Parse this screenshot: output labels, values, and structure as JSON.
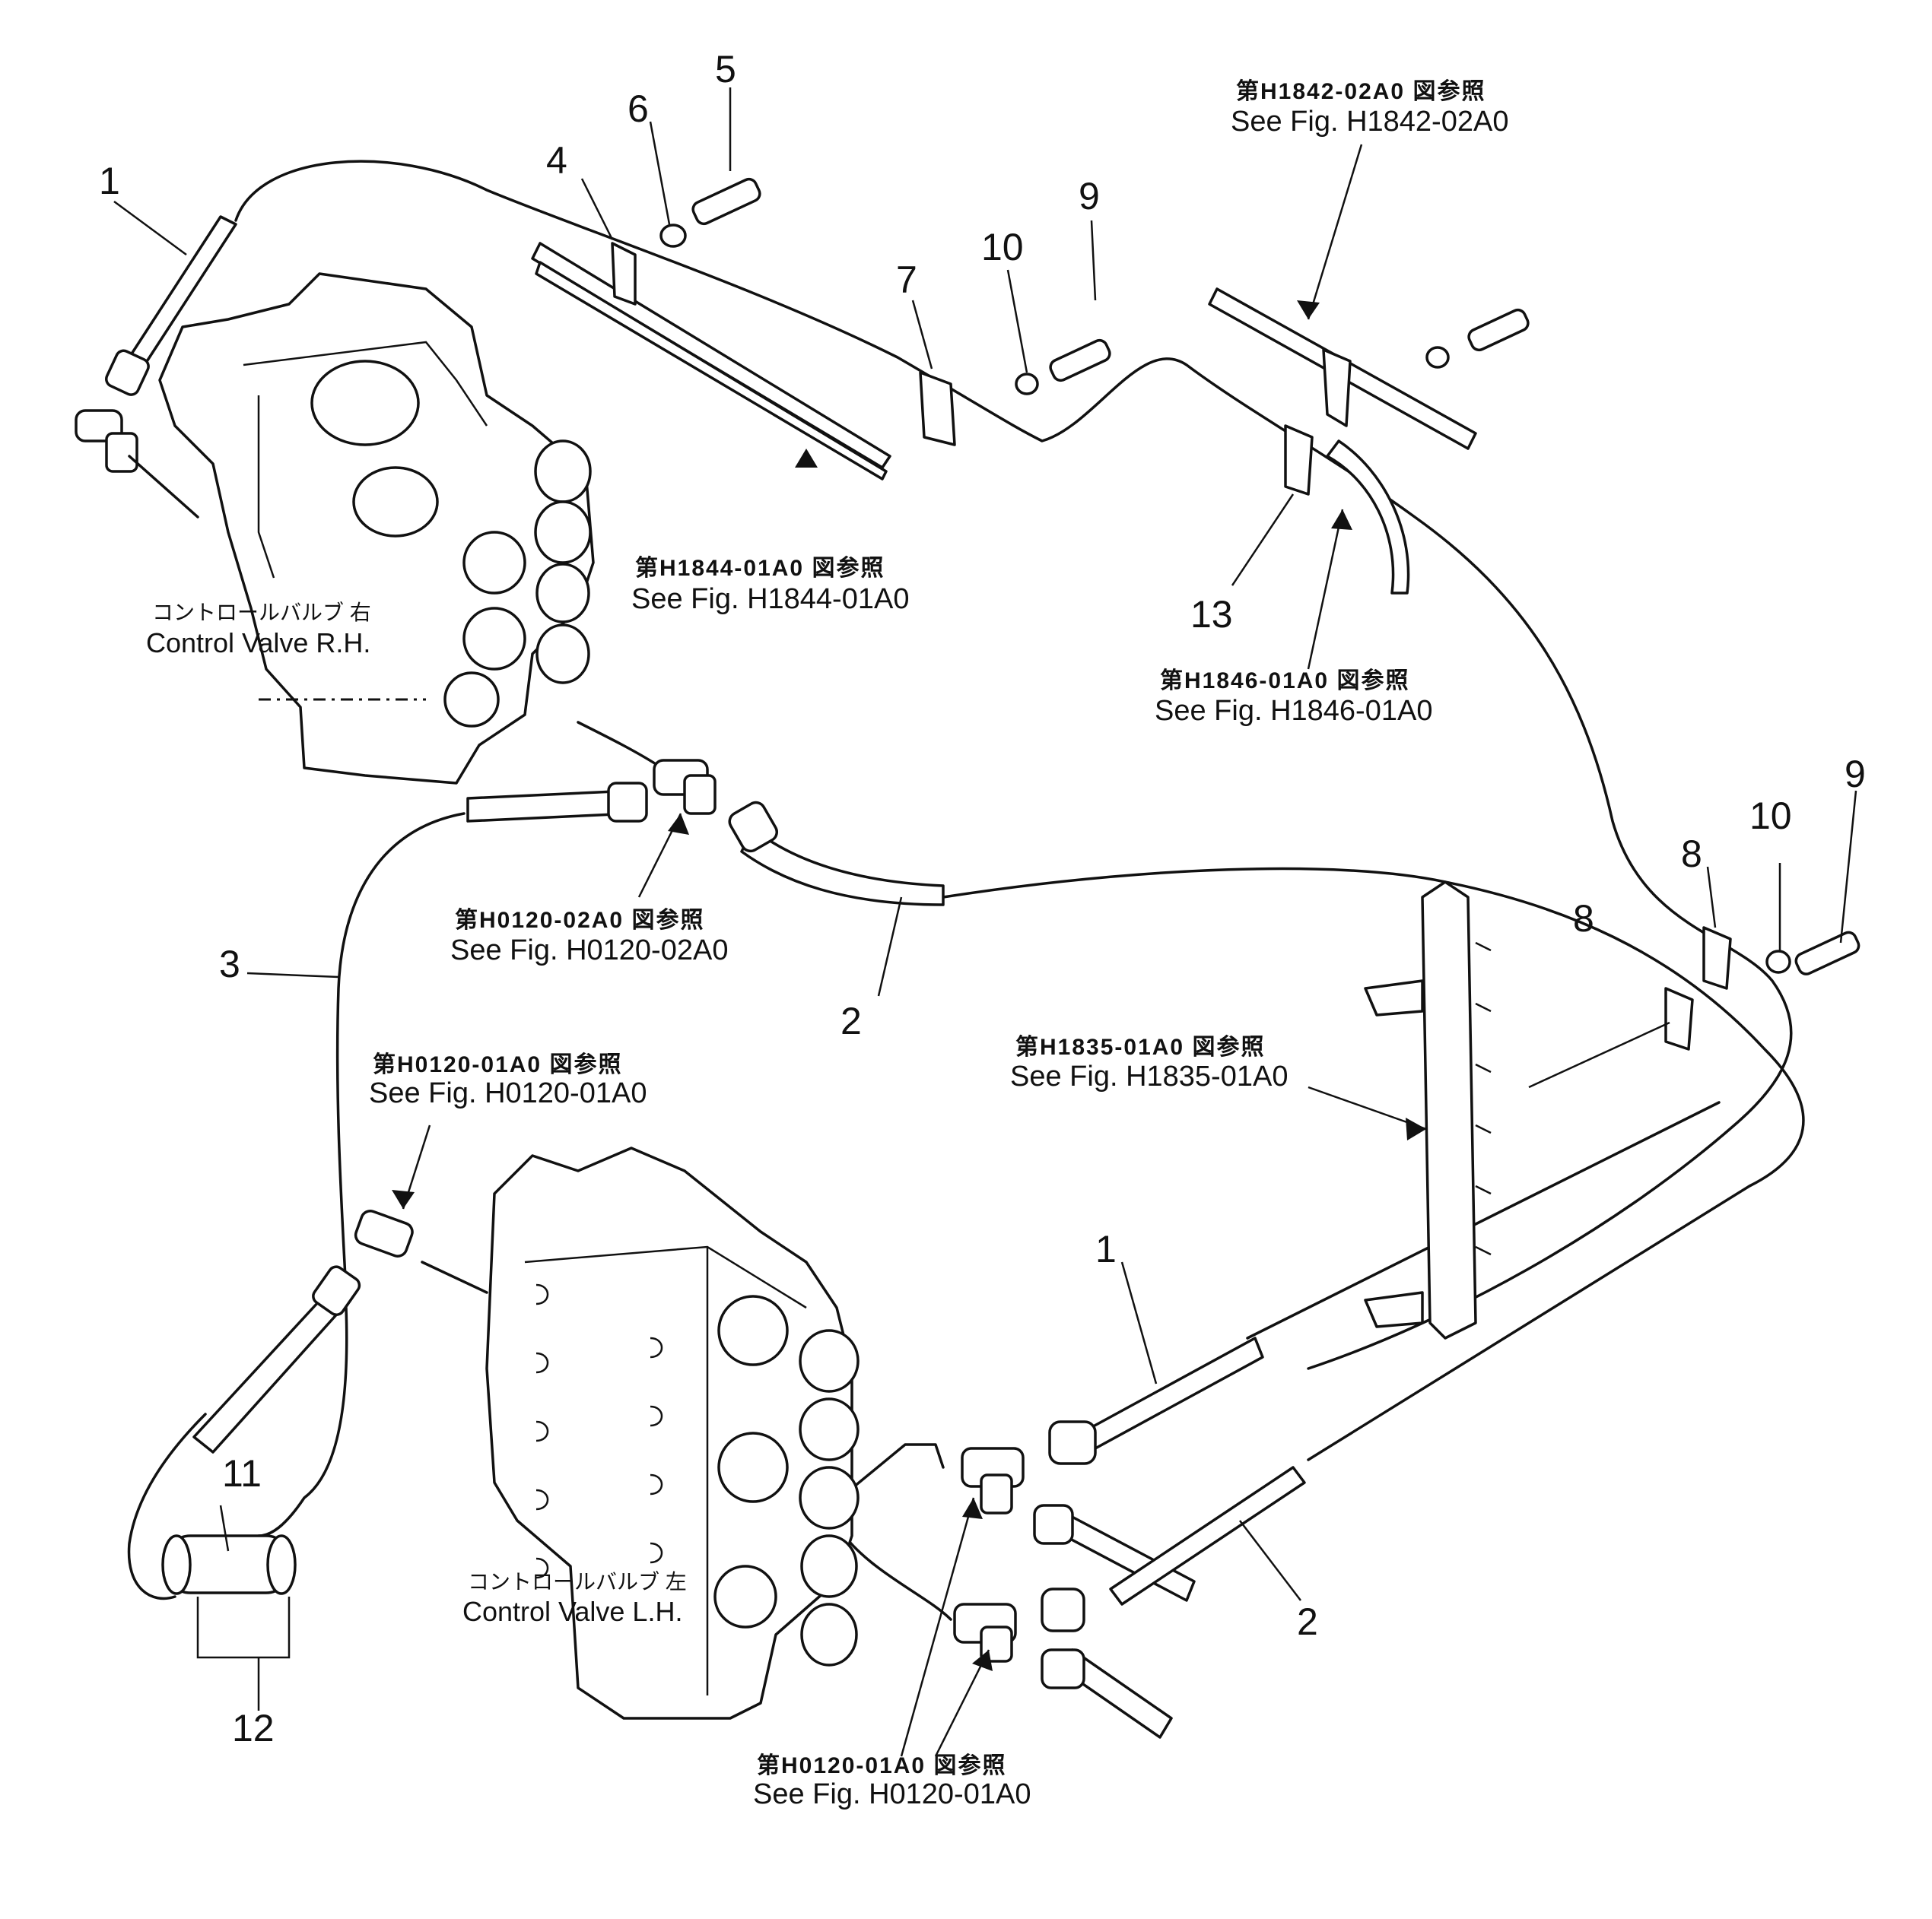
{
  "callouts": {
    "c1_top": "1",
    "c2_mid": "2",
    "c3": "3",
    "c4": "4",
    "c5": "5",
    "c6": "6",
    "c7": "7",
    "c8_a": "8",
    "c8_b": "8",
    "c9_top": "9",
    "c9_right": "9",
    "c10_top": "10",
    "c10_right": "10",
    "c11": "11",
    "c12": "12",
    "c13": "13",
    "c1_bottom": "1",
    "c2_bottom": "2"
  },
  "references": {
    "h1842": {
      "jp": "第H1842-02A0 図参照",
      "en": "See Fig. H1842-02A0"
    },
    "h1844": {
      "jp": "第H1844-01A0 図参照",
      "en": "See Fig. H1844-01A0"
    },
    "h1846": {
      "jp": "第H1846-01A0 図参照",
      "en": "See Fig. H1846-01A0"
    },
    "h0120_02": {
      "jp": "第H0120-02A0 図参照",
      "en": "See Fig. H0120-02A0"
    },
    "h1835": {
      "jp": "第H1835-01A0 図参照",
      "en": "See Fig. H1835-01A0"
    },
    "h0120_01_upper": {
      "jp": "第H0120-01A0 図参照",
      "en": "See Fig. H0120-01A0"
    },
    "h0120_01_lower": {
      "jp": "第H0120-01A0 図参照",
      "en": "See Fig. H0120-01A0"
    }
  },
  "components": {
    "valve_rh": {
      "jp": "コントロールバルブ 右",
      "en": "Control Valve R.H."
    },
    "valve_lh": {
      "jp": "コントロールバルブ 左",
      "en": "Control Valve L.H."
    }
  }
}
